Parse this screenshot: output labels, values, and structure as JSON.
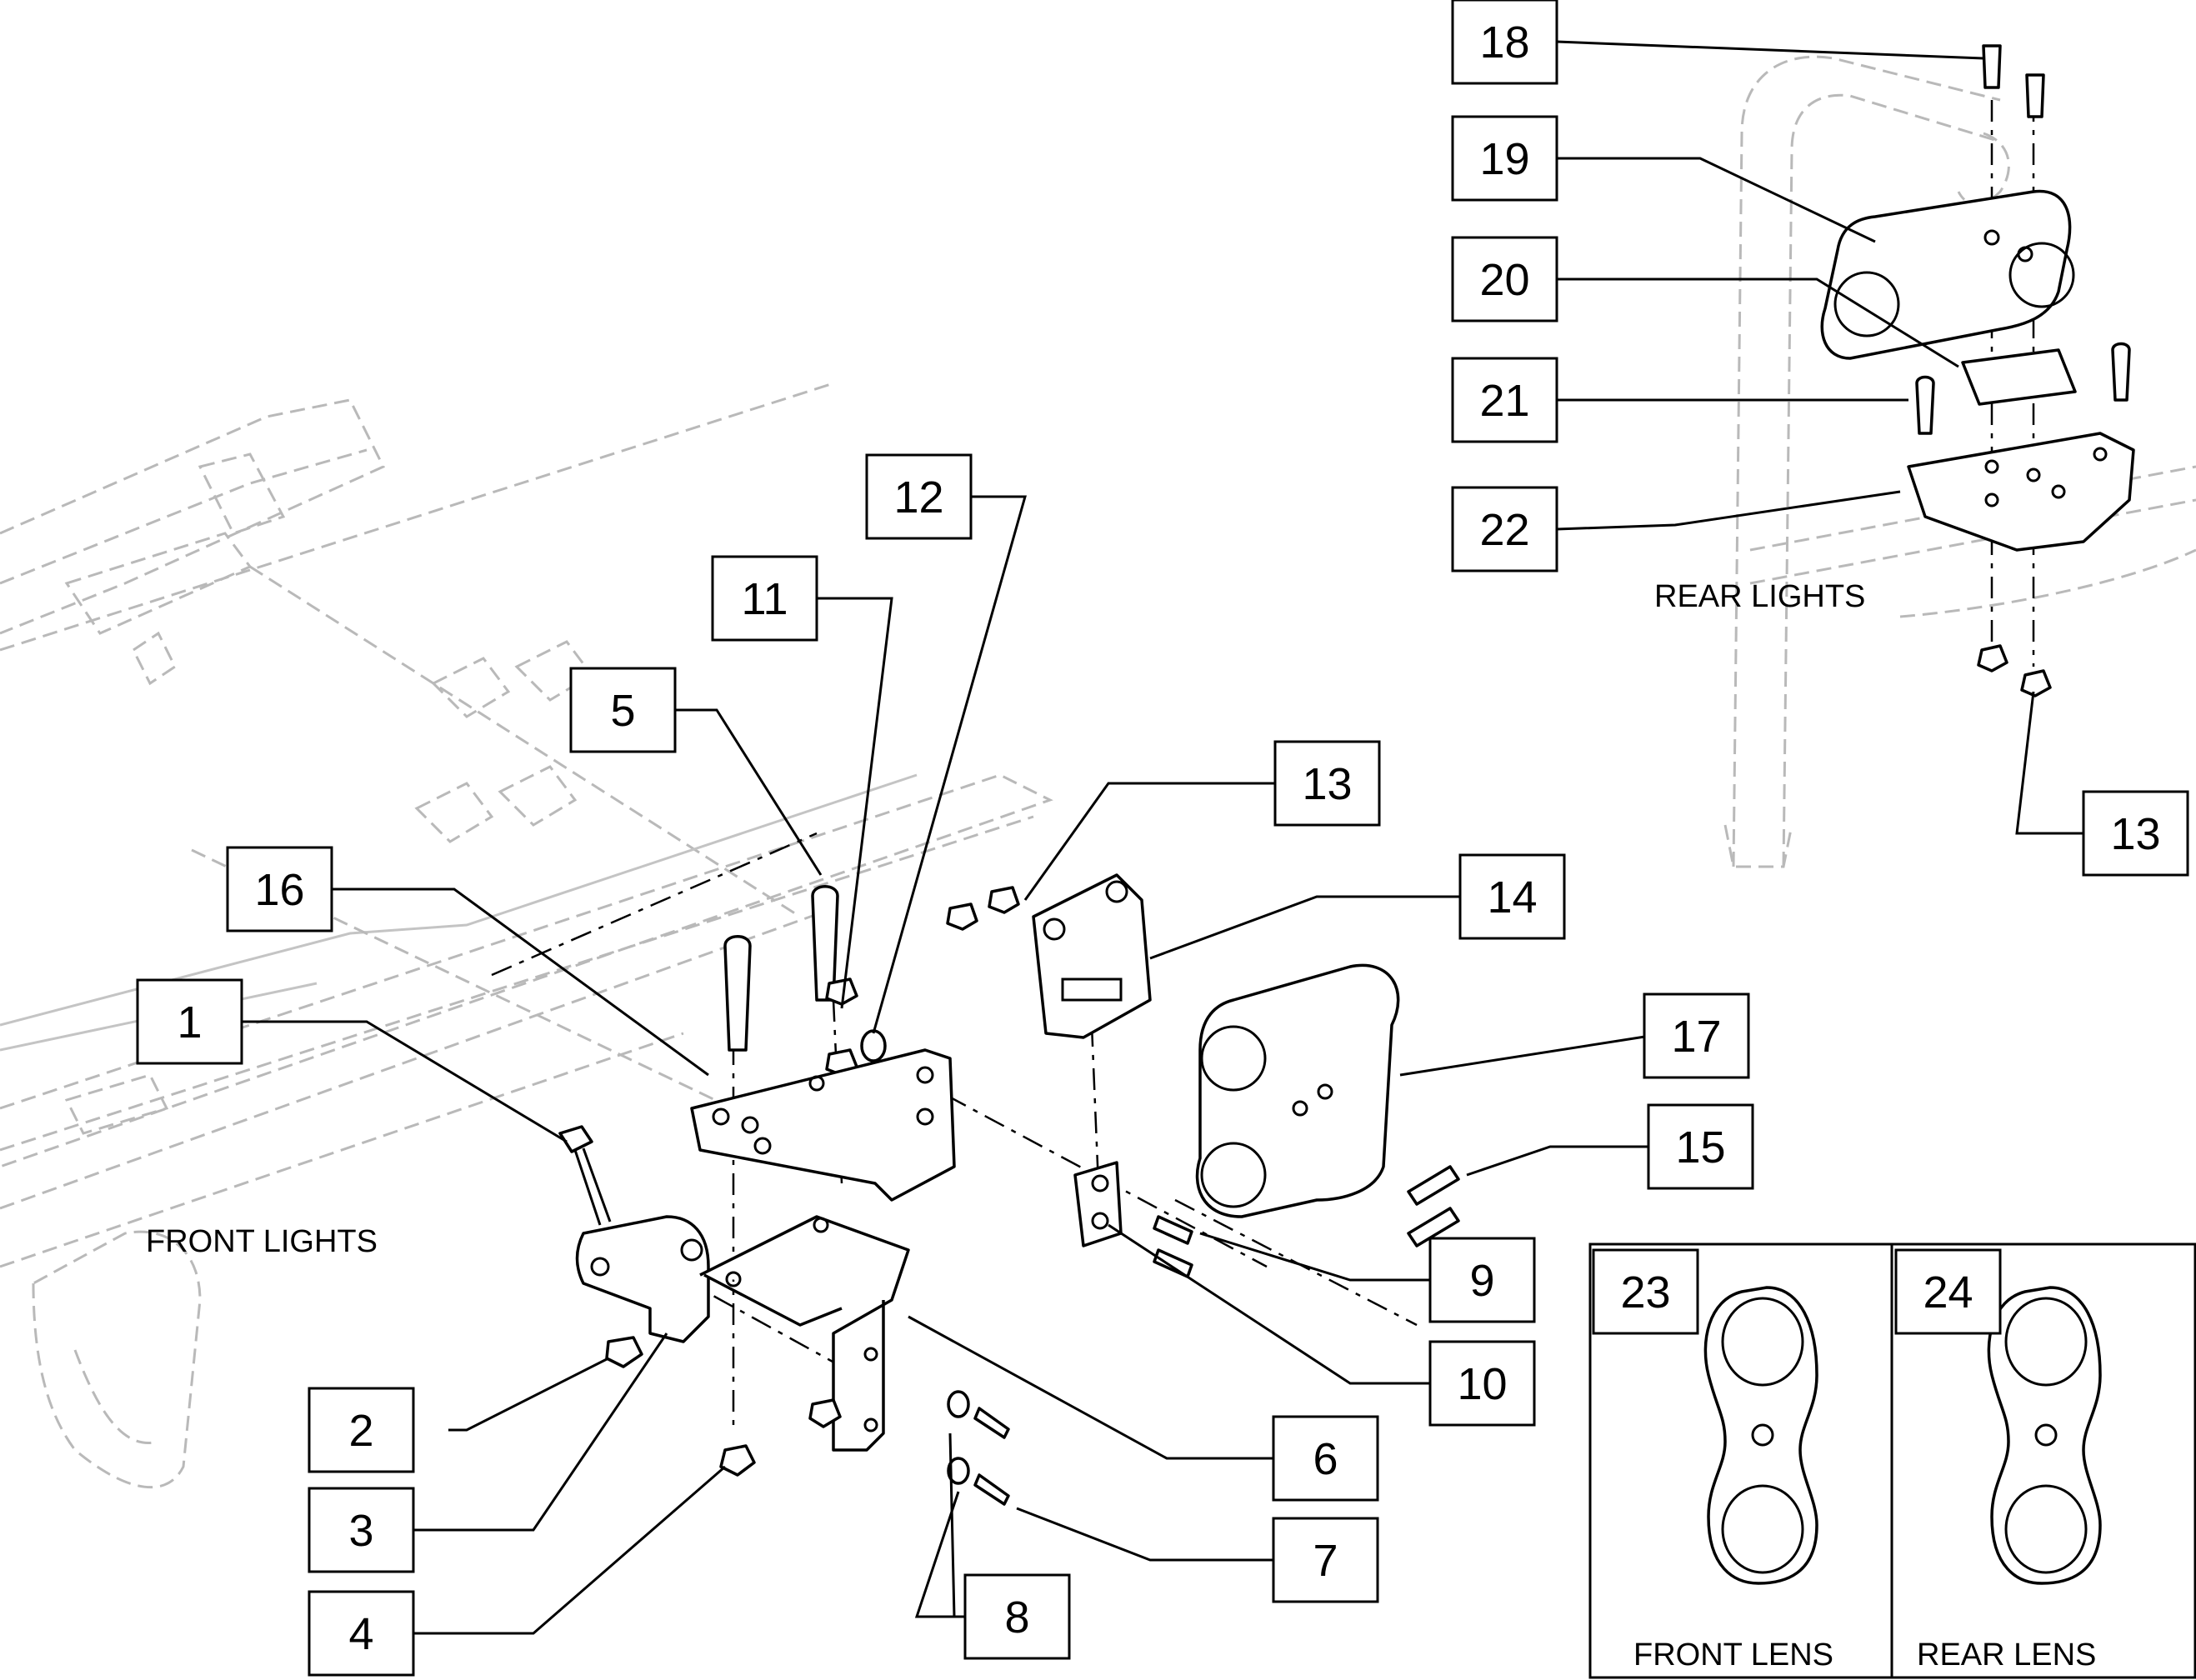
{
  "callouts": [
    {
      "id": "c1",
      "num": "1"
    },
    {
      "id": "c2",
      "num": "2"
    },
    {
      "id": "c3",
      "num": "3"
    },
    {
      "id": "c4",
      "num": "4"
    },
    {
      "id": "c5",
      "num": "5"
    },
    {
      "id": "c6",
      "num": "6"
    },
    {
      "id": "c7",
      "num": "7"
    },
    {
      "id": "c8",
      "num": "8"
    },
    {
      "id": "c9",
      "num": "9"
    },
    {
      "id": "c10",
      "num": "10"
    },
    {
      "id": "c11",
      "num": "11"
    },
    {
      "id": "c12",
      "num": "12"
    },
    {
      "id": "c13a",
      "num": "13"
    },
    {
      "id": "c13b",
      "num": "13"
    },
    {
      "id": "c14",
      "num": "14"
    },
    {
      "id": "c15",
      "num": "15"
    },
    {
      "id": "c16",
      "num": "16"
    },
    {
      "id": "c17",
      "num": "17"
    },
    {
      "id": "c18",
      "num": "18"
    },
    {
      "id": "c19",
      "num": "19"
    },
    {
      "id": "c20",
      "num": "20"
    },
    {
      "id": "c21",
      "num": "21"
    },
    {
      "id": "c22",
      "num": "22"
    },
    {
      "id": "c23",
      "num": "23"
    },
    {
      "id": "c24",
      "num": "24"
    }
  ],
  "labels": {
    "front_lights": "FRONT LIGHTS",
    "rear_lights": "REAR LIGHTS",
    "front_lens": "FRONT LENS",
    "rear_lens": "REAR LENS"
  }
}
